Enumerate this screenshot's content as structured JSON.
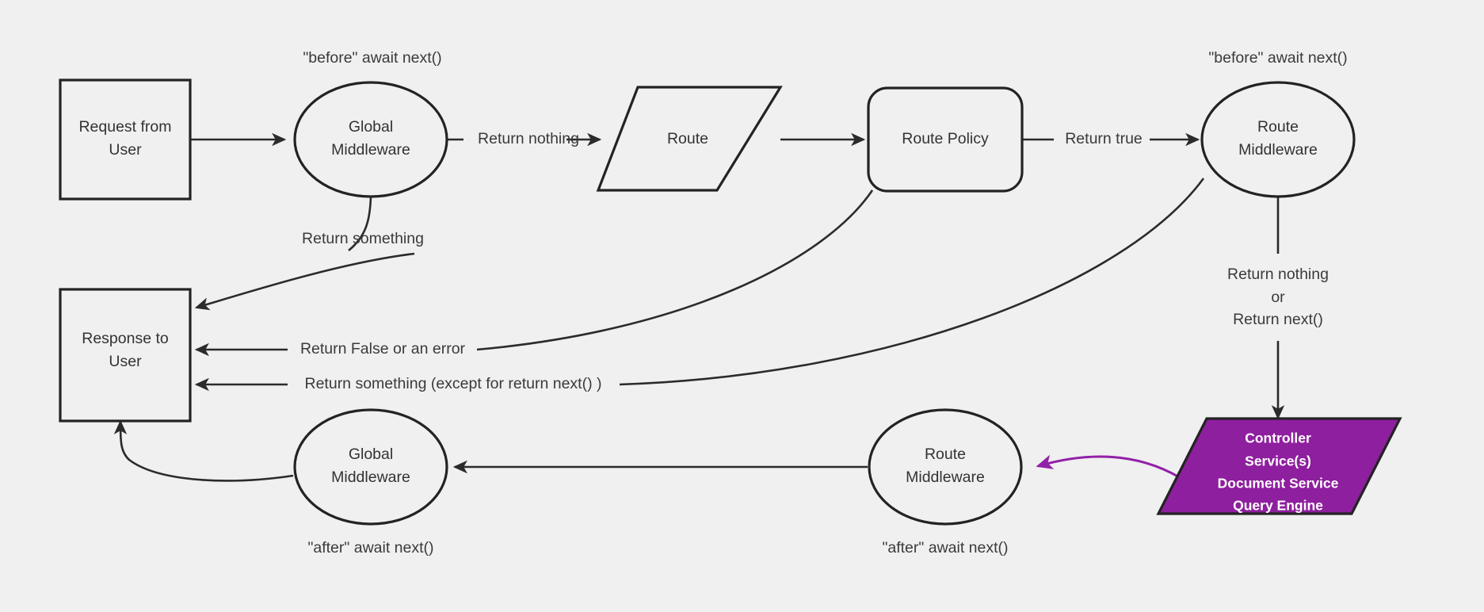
{
  "diagram": {
    "title": "Request lifecycle middleware flow",
    "background_color": "#f0f0f0",
    "stroke_color": "#232323",
    "accent_color": "#8E1F9E",
    "accent_text_color": "#ffffff"
  },
  "nodes": {
    "request_from_user": {
      "line1": "Request from",
      "line2": "User",
      "shape": "rectangle"
    },
    "global_middleware_top": {
      "line1": "Global",
      "line2": "Middleware",
      "shape": "ellipse"
    },
    "route": {
      "line1": "Route",
      "shape": "parallelogram"
    },
    "route_policy": {
      "line1": "Route Policy",
      "shape": "rounded-rectangle"
    },
    "route_middleware_top": {
      "line1": "Route",
      "line2": "Middleware",
      "shape": "ellipse"
    },
    "controller_services": {
      "line1": "Controller",
      "line2": "Service(s)",
      "line3": "Document Service",
      "line4": "Query Engine",
      "shape": "parallelogram",
      "fill": "#8E1F9E"
    },
    "route_middleware_bottom": {
      "line1": "Route",
      "line2": "Middleware",
      "shape": "ellipse"
    },
    "global_middleware_bottom": {
      "line1": "Global",
      "line2": "Middleware",
      "shape": "ellipse"
    },
    "response_to_user": {
      "line1": "Response to",
      "line2": "User",
      "shape": "rectangle"
    }
  },
  "annotations": {
    "before_await_next_global": "\"before\" await next()",
    "before_await_next_route": "\"before\" await next()",
    "after_await_next_global": "\"after\" await next()",
    "after_await_next_route": "\"after\" await next()"
  },
  "edge_labels": {
    "return_nothing": "Return nothing",
    "return_true": "Return true",
    "return_something": "Return something",
    "return_false_or_error": "Return False or an error",
    "return_something_except_next": "Return something (except for return next() )",
    "return_nothing_or_next_line1": "Return nothing",
    "return_nothing_or_next_line2": "or",
    "return_nothing_or_next_line3": "Return next()"
  }
}
